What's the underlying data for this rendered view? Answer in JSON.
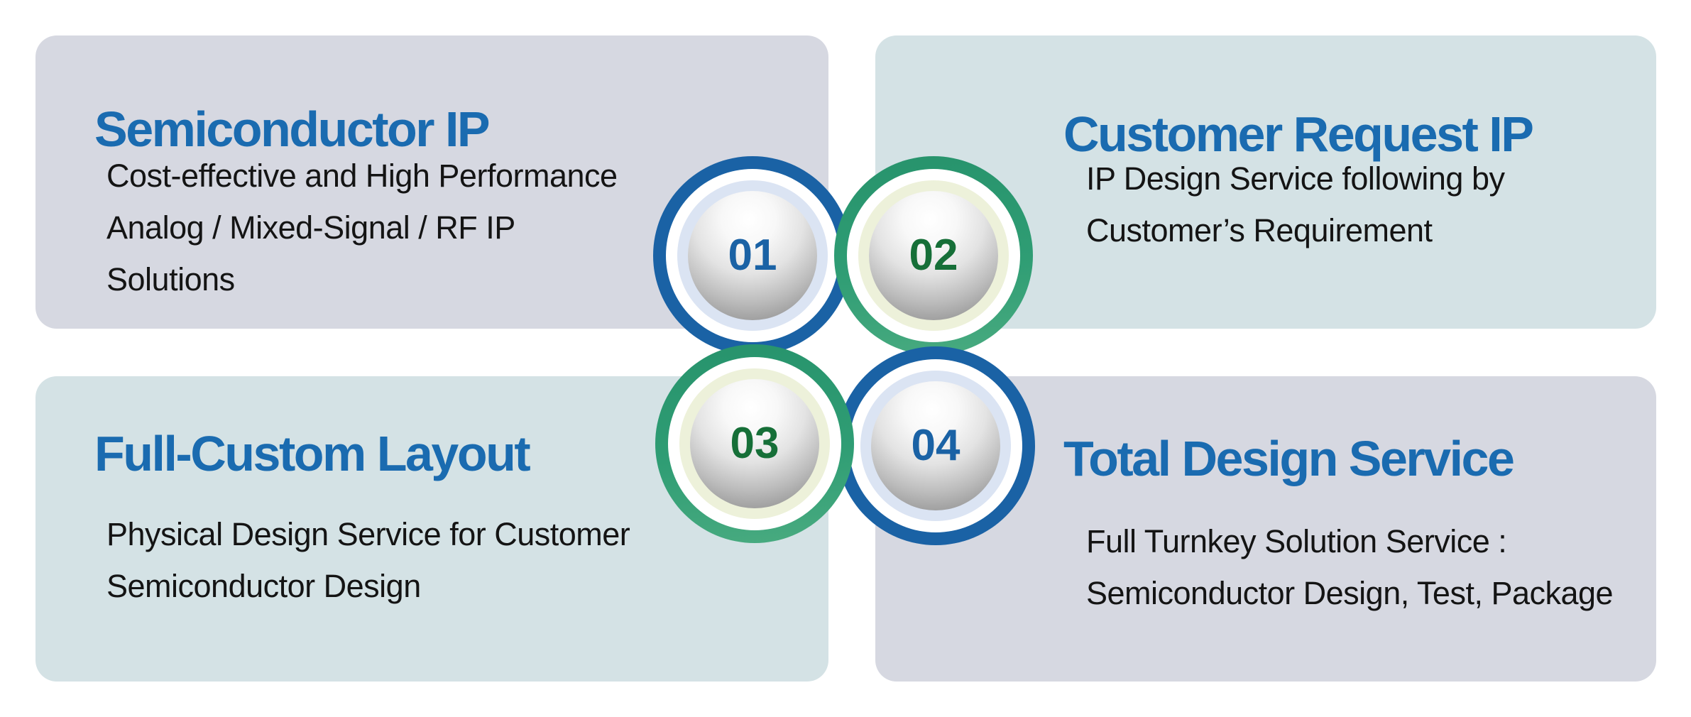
{
  "page": {
    "background": "#ffffff",
    "title_color": "#1a6bb0",
    "body_text_color": "#141414"
  },
  "cards": [
    {
      "name": "semiconductor-ip",
      "title": "Semiconductor IP",
      "body_lines": [
        "Cost-effective and High Performance",
        "Analog / Mixed-Signal / RF IP",
        "Solutions"
      ],
      "bg_color": "#d6d8e1"
    },
    {
      "name": "customer-request-ip",
      "title": "Customer Request IP",
      "body_lines": [
        "IP Design Service following by",
        "Customer’s Requirement"
      ],
      "bg_color": "#d4e2e5"
    },
    {
      "name": "full-custom-layout",
      "title": "Full-Custom Layout",
      "body_lines": [
        "Physical Design Service for Customer",
        "Semiconductor Design"
      ],
      "bg_color": "#d4e2e5"
    },
    {
      "name": "total-design-service",
      "title": "Total Design Service",
      "body_lines": [
        "Full Turnkey Solution Service :",
        "Semiconductor Design, Test, Package"
      ],
      "bg_color": "#d6d8e1"
    }
  ],
  "badges": [
    {
      "number": "01",
      "theme": "blue"
    },
    {
      "number": "02",
      "theme": "green"
    },
    {
      "number": "03",
      "theme": "green"
    },
    {
      "number": "04",
      "theme": "blue"
    }
  ],
  "theme_colors": {
    "blue_ring": "#1a62a5",
    "blue_inner_ring": "#dbe4f3",
    "blue_number": "#1a62a5",
    "green_ring": "#2f9d74",
    "green_inner_ring": "#edf1da",
    "green_number": "#166f38",
    "sphere_highlight": "#ffffff",
    "sphere_shadow": "#8d8d8d"
  }
}
